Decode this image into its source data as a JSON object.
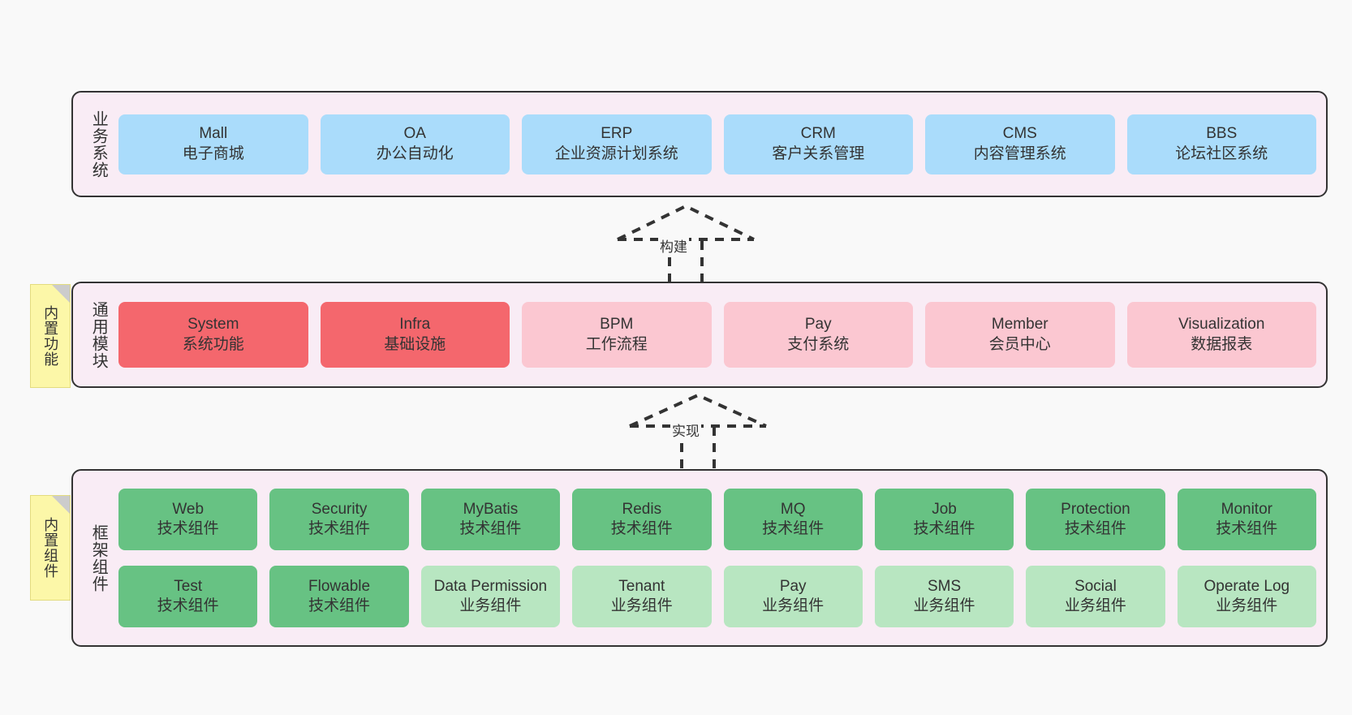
{
  "layers": [
    {
      "id": "business",
      "title": "业务系统",
      "rows": [
        [
          {
            "en": "Mall",
            "cn": "电子商城",
            "color": "c-blue"
          },
          {
            "en": "OA",
            "cn": "办公自动化",
            "color": "c-blue"
          },
          {
            "en": "ERP",
            "cn": "企业资源计划系统",
            "color": "c-blue"
          },
          {
            "en": "CRM",
            "cn": "客户关系管理",
            "color": "c-blue"
          },
          {
            "en": "CMS",
            "cn": "内容管理系统",
            "color": "c-blue"
          },
          {
            "en": "BBS",
            "cn": "论坛社区系统",
            "color": "c-blue"
          }
        ]
      ]
    },
    {
      "id": "common",
      "title": "通用模块",
      "sticky": "内置功能",
      "rows": [
        [
          {
            "en": "System",
            "cn": "系统功能",
            "color": "c-red"
          },
          {
            "en": "Infra",
            "cn": "基础设施",
            "color": "c-red"
          },
          {
            "en": "BPM",
            "cn": "工作流程",
            "color": "c-pink"
          },
          {
            "en": "Pay",
            "cn": "支付系统",
            "color": "c-pink"
          },
          {
            "en": "Member",
            "cn": "会员中心",
            "color": "c-pink"
          },
          {
            "en": "Visualization",
            "cn": "数据报表",
            "color": "c-pink"
          }
        ]
      ]
    },
    {
      "id": "framework",
      "title": "框架组件",
      "sticky": "内置组件",
      "rows": [
        [
          {
            "en": "Web",
            "cn": "技术组件",
            "color": "c-green"
          },
          {
            "en": "Security",
            "cn": "技术组件",
            "color": "c-green"
          },
          {
            "en": "MyBatis",
            "cn": "技术组件",
            "color": "c-green"
          },
          {
            "en": "Redis",
            "cn": "技术组件",
            "color": "c-green"
          },
          {
            "en": "MQ",
            "cn": "技术组件",
            "color": "c-green"
          },
          {
            "en": "Job",
            "cn": "技术组件",
            "color": "c-green"
          },
          {
            "en": "Protection",
            "cn": "技术组件",
            "color": "c-green"
          },
          {
            "en": "Monitor",
            "cn": "技术组件",
            "color": "c-green"
          }
        ],
        [
          {
            "en": "Test",
            "cn": "技术组件",
            "color": "c-green"
          },
          {
            "en": "Flowable",
            "cn": "技术组件",
            "color": "c-green"
          },
          {
            "en": "Data Permission",
            "cn": "业务组件",
            "color": "c-lightgreen",
            "multiline": true
          },
          {
            "en": "Tenant",
            "cn": "业务组件",
            "color": "c-lightgreen"
          },
          {
            "en": "Pay",
            "cn": "业务组件",
            "color": "c-lightgreen"
          },
          {
            "en": "SMS",
            "cn": "业务组件",
            "color": "c-lightgreen"
          },
          {
            "en": "Social",
            "cn": "业务组件",
            "color": "c-lightgreen"
          },
          {
            "en": "Operate Log",
            "cn": "业务组件",
            "color": "c-lightgreen"
          }
        ]
      ]
    }
  ],
  "connectors": [
    {
      "id": "build",
      "label": "构建"
    },
    {
      "id": "impl",
      "label": "实现"
    }
  ],
  "colors": {
    "background": "#f9f9f9",
    "layer_fill": "#f9ecf5",
    "layer_border": "#333333",
    "business_node": "#aadcfb",
    "core_module": "#f4676d",
    "module_node": "#fbc7d1",
    "tech_component": "#67c283",
    "biz_component": "#b8e6c1",
    "sticky_note": "#fcf7a8",
    "text": "#333333"
  }
}
